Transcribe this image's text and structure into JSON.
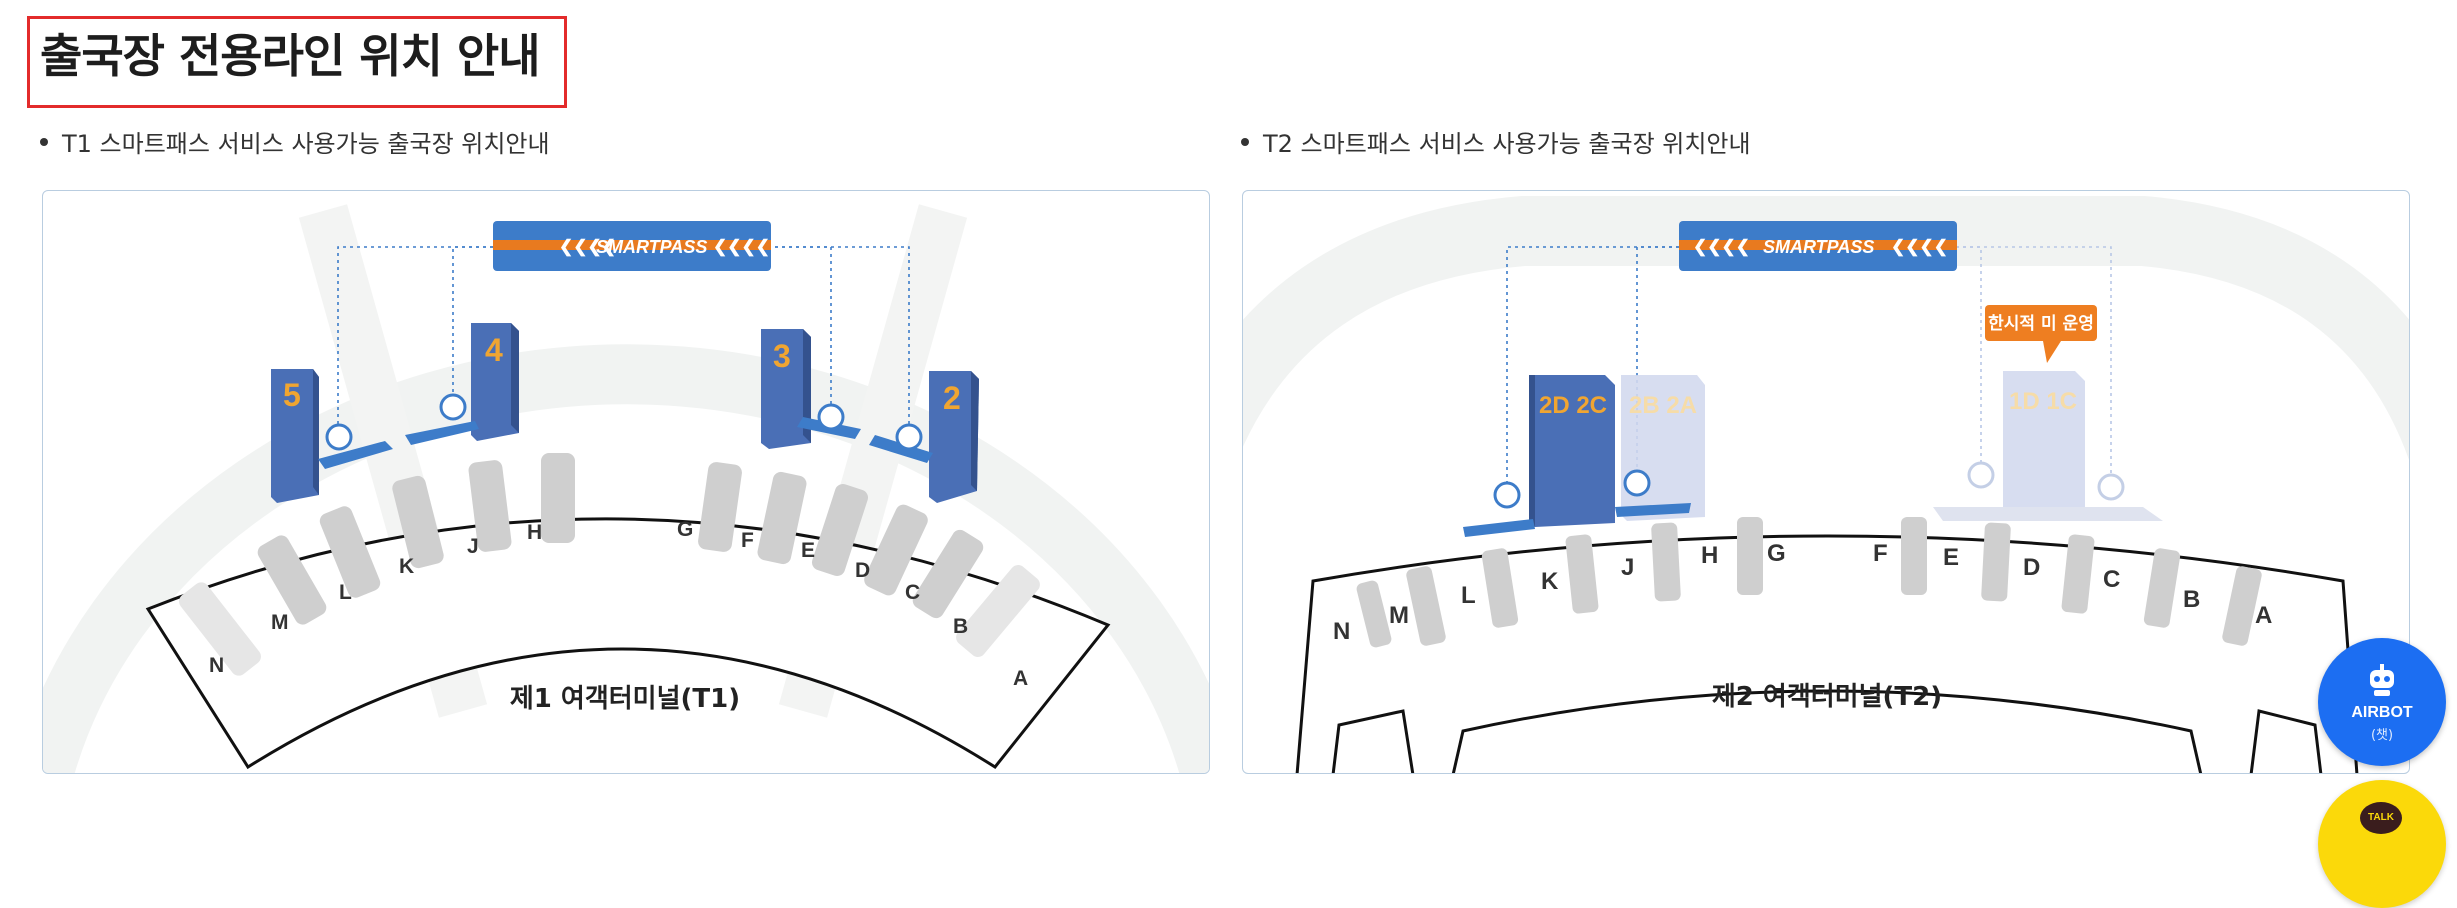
{
  "page": {
    "title": "출국장 전용라인 위치 안내"
  },
  "t1": {
    "caption": "T1 스마트패스 서비스 사용가능 출국장 위치안내",
    "banner": "SMARTPASS",
    "terminal_label": "제1 여객터미널(T1)",
    "gate_numbers": [
      "5",
      "4",
      "3",
      "2"
    ],
    "counters": [
      "N",
      "M",
      "L",
      "K",
      "J",
      "H",
      "G",
      "F",
      "E",
      "D",
      "C",
      "B",
      "A"
    ]
  },
  "t2": {
    "caption": "T2 스마트패스 서비스 사용가능 출국장 위치안내",
    "banner": "SMARTPASS",
    "terminal_label": "제2 여객터미널(T2)",
    "gate_active": "2D 2C",
    "gate_inactive_1": "2B 2A",
    "gate_inactive_2": "1D 1C",
    "temp_notice": "한시적 미 운영",
    "counters": [
      "N",
      "M",
      "L",
      "K",
      "J",
      "H",
      "G",
      "F",
      "E",
      "D",
      "C",
      "B",
      "A"
    ]
  },
  "floating": {
    "airbot_label": "AIRBOT",
    "airbot_sub": "(챗)",
    "talk_label": "TALK"
  },
  "colors": {
    "gate_blue": "#4a6fb6",
    "banner_blue": "#3d7cc9",
    "banner_orange": "#e87a1f",
    "gate_number_orange": "#f0a531",
    "notice_orange": "#ee7e21",
    "airbot_blue": "#1c6ef2",
    "kakao_yellow": "#fbd90a"
  }
}
